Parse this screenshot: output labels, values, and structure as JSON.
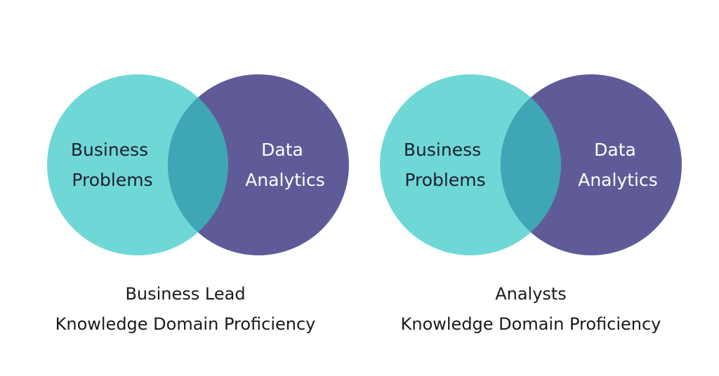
{
  "colors": {
    "business_circle": "#6fd8d6",
    "analytics_circle": "#5f5b99",
    "overlap": "#3fa6b6",
    "text_dark": "#1f1f2e",
    "text_light": "#ffffff"
  },
  "diagrams": [
    {
      "circle_business": {
        "line1": "Business",
        "line2": "Problems"
      },
      "circle_analytics": {
        "line1": "Data",
        "line2": "Analytics"
      },
      "caption": {
        "line1": "Business Lead",
        "line2": "Knowledge Domain Proficiency"
      }
    },
    {
      "circle_business": {
        "line1": "Business",
        "line2": "Problems"
      },
      "circle_analytics": {
        "line1": "Data",
        "line2": "Analytics"
      },
      "caption": {
        "line1": "Analysts",
        "line2": "Knowledge Domain Proficiency"
      }
    }
  ]
}
